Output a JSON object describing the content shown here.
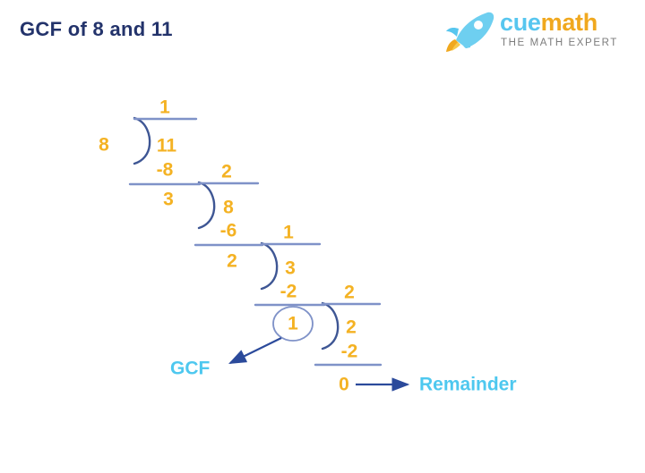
{
  "page": {
    "title": "GCF of 8 and 11",
    "background_color": "#ffffff"
  },
  "brand": {
    "name_part1": "cue",
    "name_part2": "math",
    "tagline": "THE MATH EXPERT",
    "icon": "rocket-icon",
    "colors": {
      "cue": "#57c6ef",
      "math": "#f0a81e",
      "tagline": "#7c7c7c"
    }
  },
  "colors": {
    "title": "#23336b",
    "digits": "#f4b223",
    "rules": "#7f92c8",
    "arrows": "#2b4a9b",
    "callouts": "#4ec8ef"
  },
  "diagram": {
    "type": "euclidean-algorithm-long-division",
    "steps": [
      {
        "divisor": "8",
        "dividend": "11",
        "quotient": "1",
        "product": "-8",
        "remainder": "3"
      },
      {
        "divisor": "3",
        "dividend": "8",
        "quotient": "2",
        "product": "-6",
        "remainder": "2"
      },
      {
        "divisor": "2",
        "dividend": "3",
        "quotient": "1",
        "product": "-2",
        "remainder": "1"
      },
      {
        "divisor": "1",
        "dividend": "2",
        "quotient": "2",
        "product": "-2",
        "remainder": "0"
      }
    ],
    "annotations": {
      "gcf_label": "GCF",
      "remainder_label": "Remainder",
      "gcf_value": "1",
      "final_remainder": "0"
    }
  }
}
